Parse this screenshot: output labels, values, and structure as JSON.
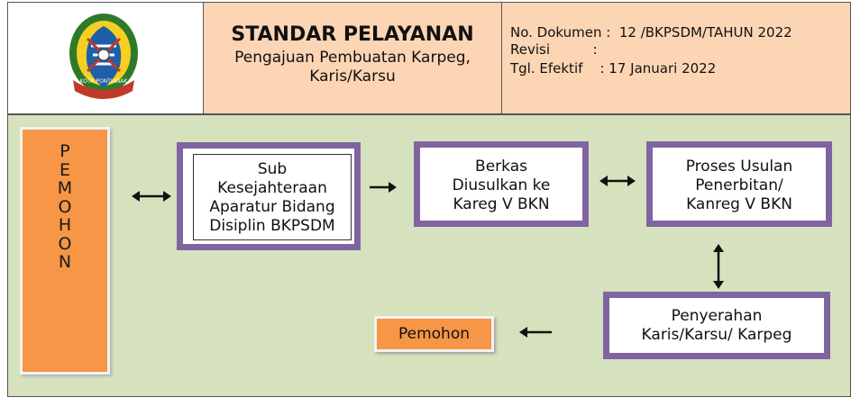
{
  "header": {
    "title": "STANDAR PELAYANAN",
    "subtitle_line1": "Pengajuan Pembuatan Karpeg,",
    "subtitle_line2": "Karis/Karsu",
    "doc_number": "No. Dokumen :  12 /BKPSDM/TAHUN 2022",
    "revision": "Revisi          :",
    "effective_date": "Tgl. Efektif    : 17 Januari 2022",
    "logo_text": "KOTA PONTIANAK"
  },
  "flow": {
    "applicant_vertical": [
      "P",
      "E",
      "M",
      "O",
      "H",
      "O",
      "N"
    ],
    "step1": [
      "Sub",
      "Kesejahteraan",
      "Aparatur Bidang",
      "Disiplin BKPSDM"
    ],
    "step2": [
      "Berkas",
      "Diusulkan ke",
      "Kareg V BKN"
    ],
    "step3": [
      "Proses Usulan",
      "Penerbitan/",
      "Kanreg V BKN"
    ],
    "step4": [
      "Penyerahan",
      "Karis/Karsu/ Karpeg"
    ],
    "applicant_end": "Pemohon"
  },
  "colors": {
    "header_bg": "#fcd5b4",
    "body_bg": "#d6e2bd",
    "process_border": "#8064a2",
    "applicant_fill": "#f79646"
  }
}
